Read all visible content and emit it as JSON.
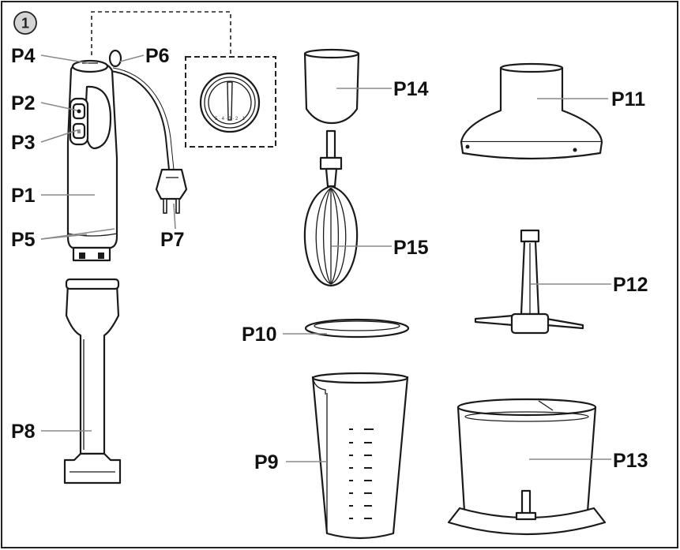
{
  "figure_number": "1",
  "labels": {
    "p1": "P1",
    "p2": "P2",
    "p3": "P3",
    "p4": "P4",
    "p5": "P5",
    "p6": "P6",
    "p7": "P7",
    "p8": "P8",
    "p9": "P9",
    "p10": "P10",
    "p11": "P11",
    "p12": "P12",
    "p13": "P13",
    "p14": "P14",
    "p15": "P15"
  },
  "dial_scale": "5 · 4 · 3 · 2 · 1"
}
